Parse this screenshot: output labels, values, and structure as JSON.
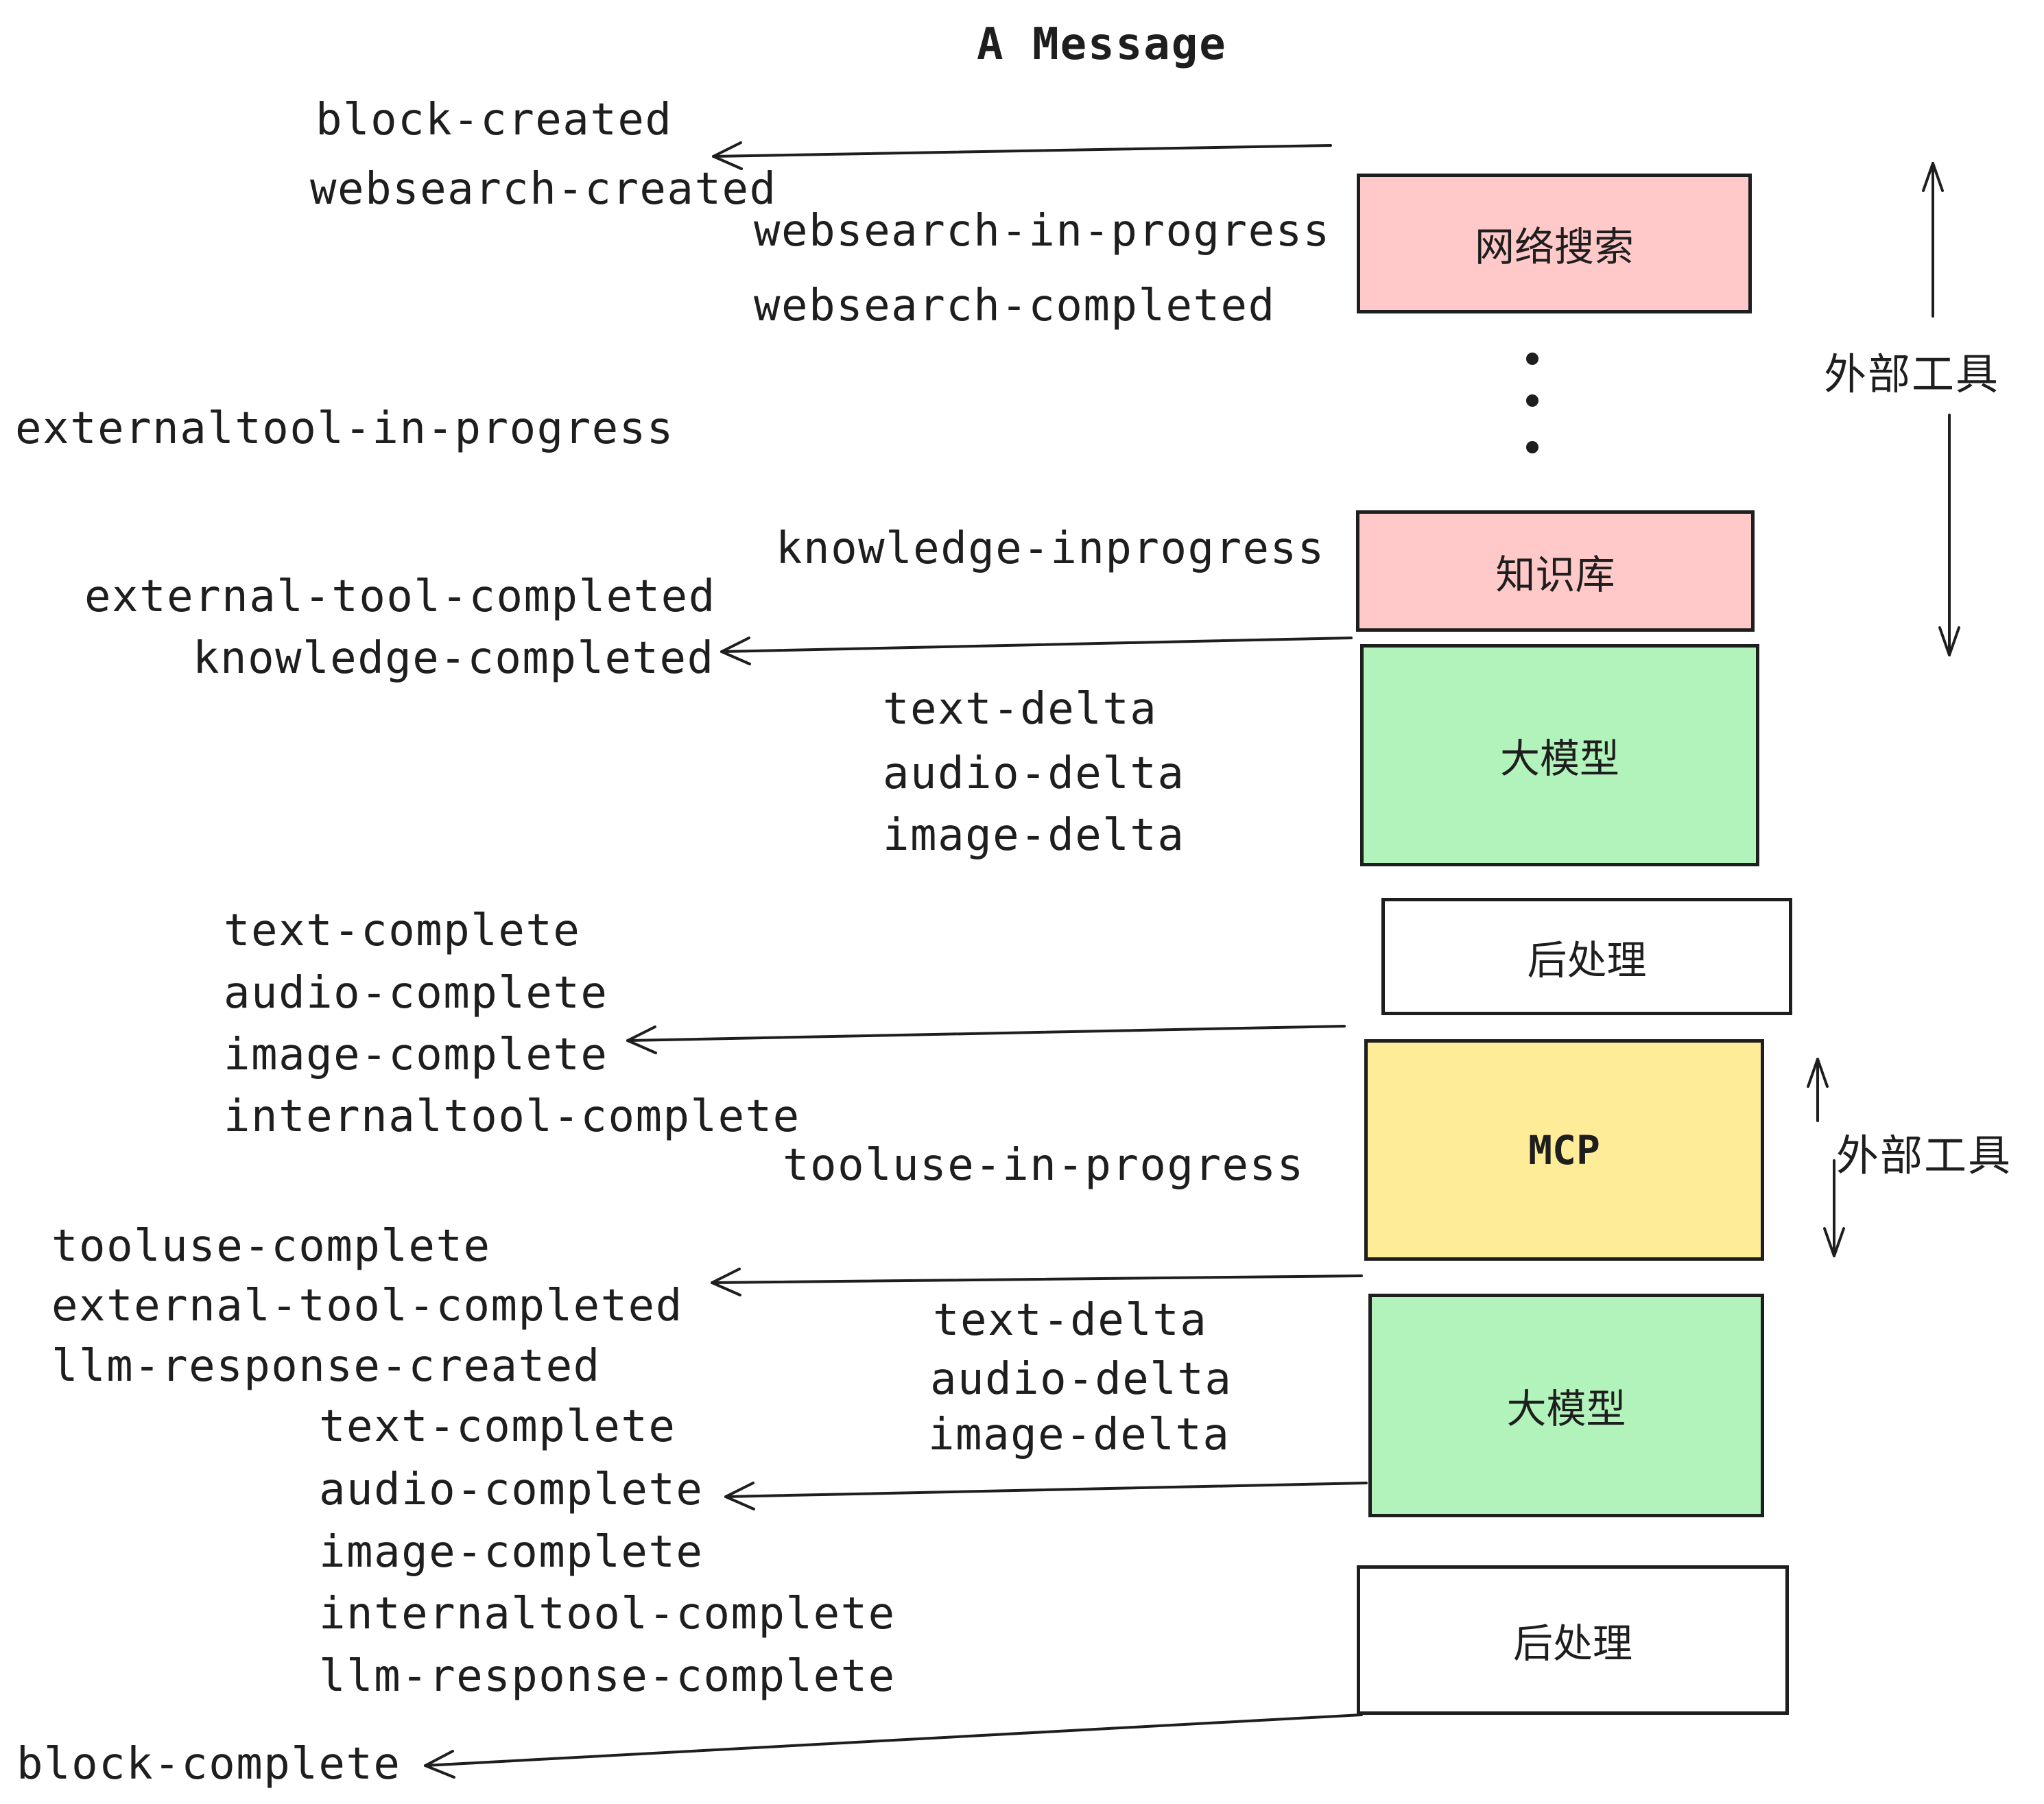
{
  "title": "A Message",
  "colors": {
    "ink": "#1e1e1e",
    "box_pink": "#ffc9c9",
    "box_green": "#b2f2bb",
    "box_yellow": "#ffec99",
    "box_white": "#ffffff"
  },
  "boxes": [
    {
      "id": "websearch",
      "label": "网络搜索",
      "color": "pink"
    },
    {
      "id": "knowledge",
      "label": "知识库",
      "color": "pink"
    },
    {
      "id": "llm-1",
      "label": "大模型",
      "color": "green"
    },
    {
      "id": "postprocess-1",
      "label": "后处理",
      "color": "white"
    },
    {
      "id": "mcp",
      "label": "MCP",
      "color": "yellow"
    },
    {
      "id": "llm-2",
      "label": "大模型",
      "color": "green"
    },
    {
      "id": "postprocess-2",
      "label": "后处理",
      "color": "white"
    }
  ],
  "side_labels": [
    {
      "text": "外部工具"
    },
    {
      "text": "外部工具"
    }
  ],
  "events": [
    {
      "text": "block-created"
    },
    {
      "text": "websearch-created"
    },
    {
      "text": "websearch-in-progress"
    },
    {
      "text": "websearch-completed"
    },
    {
      "text": "externaltool-in-progress"
    },
    {
      "text": "knowledge-inprogress"
    },
    {
      "text": "external-tool-completed"
    },
    {
      "text": "knowledge-completed"
    },
    {
      "text": "text-delta"
    },
    {
      "text": "audio-delta"
    },
    {
      "text": "image-delta"
    },
    {
      "text": "text-complete"
    },
    {
      "text": "audio-complete"
    },
    {
      "text": "image-complete"
    },
    {
      "text": "internaltool-complete"
    },
    {
      "text": "tooluse-in-progress"
    },
    {
      "text": "tooluse-complete"
    },
    {
      "text": "external-tool-completed"
    },
    {
      "text": "llm-response-created"
    },
    {
      "text": "text-complete"
    },
    {
      "text": "audio-complete"
    },
    {
      "text": "image-complete"
    },
    {
      "text": "internaltool-complete"
    },
    {
      "text": "llm-response-complete"
    },
    {
      "text": "block-complete"
    },
    {
      "text": "text-delta"
    },
    {
      "text": "audio-delta"
    },
    {
      "text": "image-delta"
    }
  ]
}
